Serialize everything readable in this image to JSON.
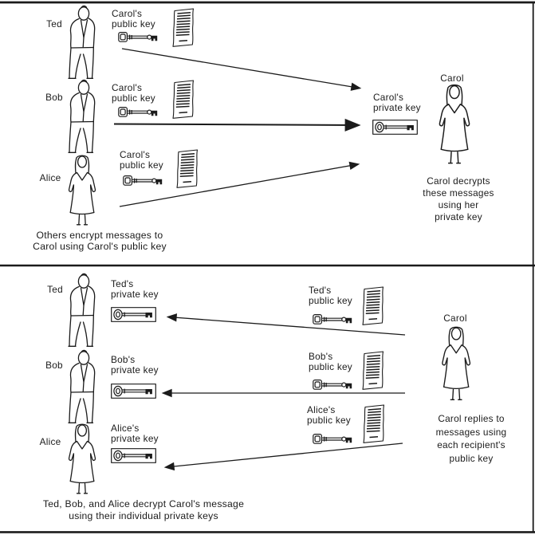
{
  "figure": {
    "description": "Public-key cryptography diagram: many-to-one encryption with Carol's public key (top) and Carol replying with each recipient's public key (bottom)"
  },
  "colors": {
    "ink": "#1b1b1b",
    "paper": "#ffffff"
  },
  "top_panel": {
    "rows": [
      {
        "person": "Ted",
        "key_label": "Carol's\npublic key"
      },
      {
        "person": "Bob",
        "key_label": "Carol's\npublic key"
      },
      {
        "person": "Alice",
        "key_label": "Carol's\npublic key"
      }
    ],
    "receiver": {
      "name": "Carol",
      "key_label": "Carol's\nprivate key",
      "note": "Carol decrypts\nthese messages\nusing her\nprivate key"
    },
    "caption": "Others encrypt messages to\nCarol using Carol's public key"
  },
  "bottom_panel": {
    "rows": [
      {
        "person": "Ted",
        "private_key_label": "Ted's\nprivate key",
        "public_key_label": "Ted's\npublic key"
      },
      {
        "person": "Bob",
        "private_key_label": "Bob's\nprivate key",
        "public_key_label": "Bob's\npublic key"
      },
      {
        "person": "Alice",
        "private_key_label": "Alice's\nprivate key",
        "public_key_label": "Alice's\npublic key"
      }
    ],
    "sender": {
      "name": "Carol",
      "note": "Carol replies to\nmessages using\neach recipient's\npublic key"
    },
    "caption": "Ted, Bob, and Alice decrypt Carol's message\nusing their individual private keys"
  }
}
